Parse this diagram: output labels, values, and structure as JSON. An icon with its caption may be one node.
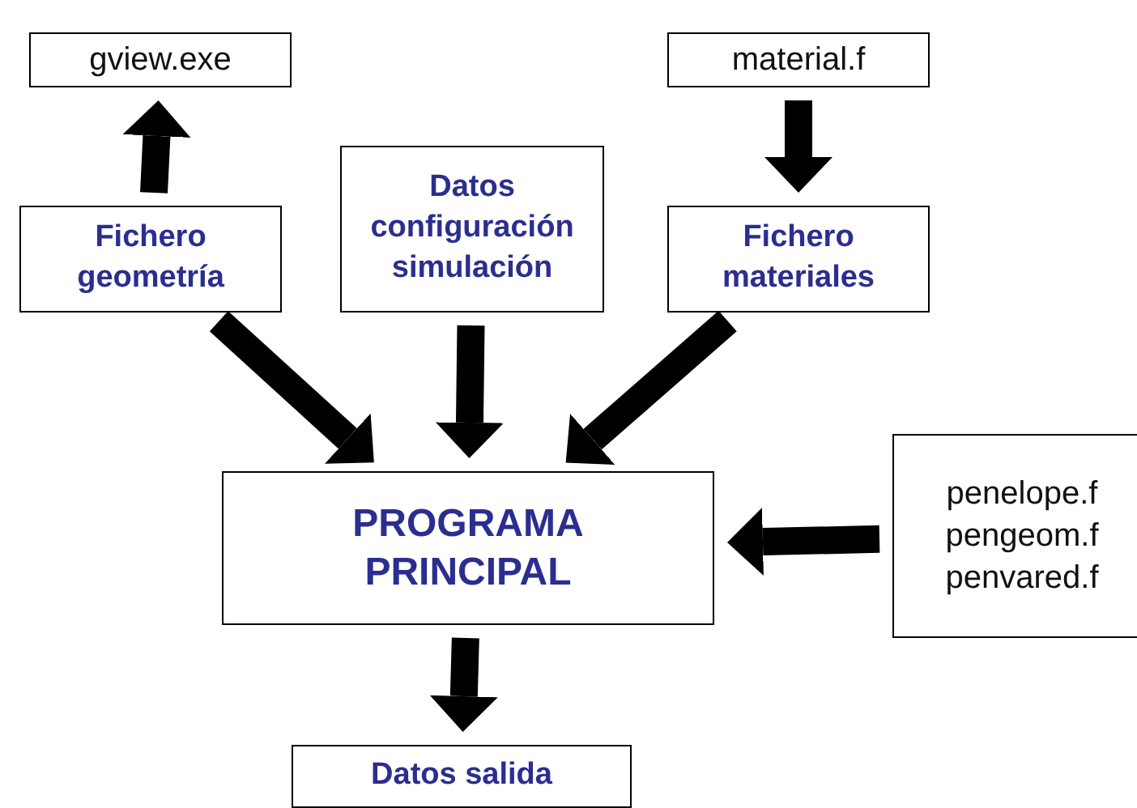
{
  "diagram": {
    "nodes": [
      {
        "text": [
          "gview.exe"
        ]
      },
      {
        "text": [
          "material.f"
        ]
      },
      {
        "text": [
          "Fichero geometría"
        ]
      },
      {
        "text": [
          "Datos configuración simulación"
        ]
      },
      {
        "text": [
          "Fichero materiales"
        ]
      },
      {
        "text": [
          "PROGRAMA PRINCIPAL"
        ]
      },
      {
        "text": [
          "penelope.f",
          "pengeom.f",
          "penvared.f"
        ]
      },
      {
        "text": [
          "Datos salida"
        ]
      }
    ],
    "edges": [
      {
        "from": 2,
        "to": 0,
        "arrow": "to"
      },
      {
        "from": 1,
        "to": 4,
        "arrow": "to"
      },
      {
        "from": 2,
        "to": 5,
        "arrow": "to"
      },
      {
        "from": 3,
        "to": 5,
        "arrow": "to"
      },
      {
        "from": 4,
        "to": 5,
        "arrow": "to"
      },
      {
        "from": 6,
        "to": 5,
        "arrow": "to"
      },
      {
        "from": 5,
        "to": 7,
        "arrow": "to"
      }
    ]
  }
}
